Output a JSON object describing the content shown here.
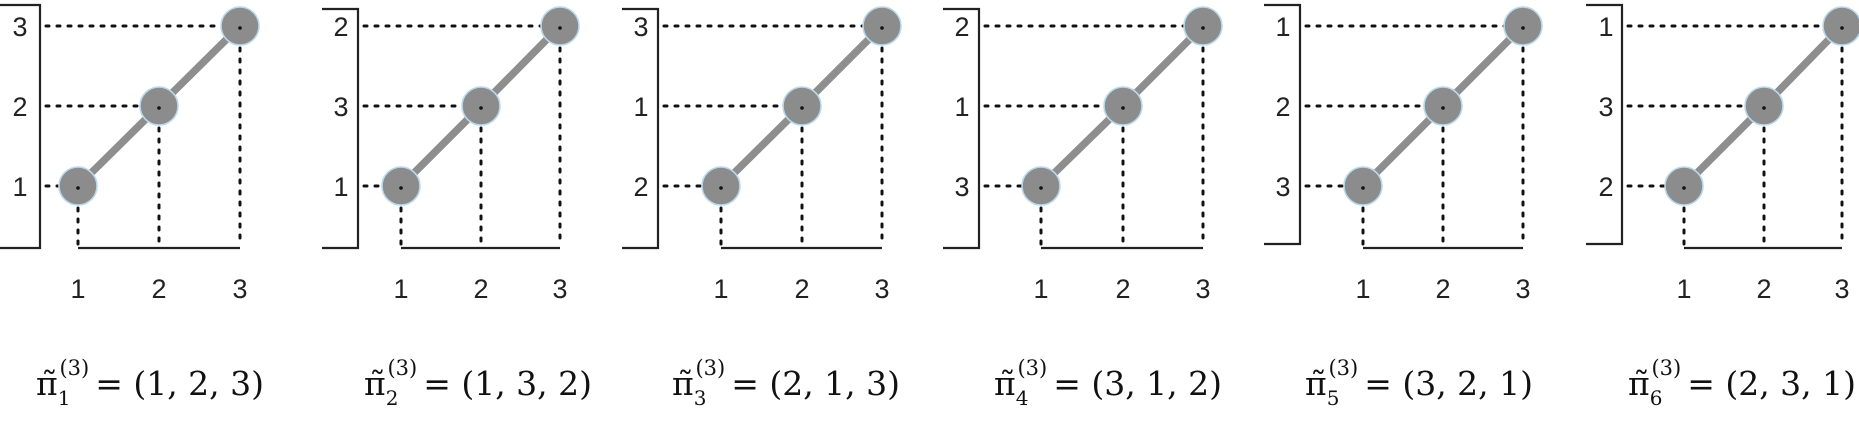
{
  "node_color": "#8c8c8c",
  "line_color": "#8e8e8e",
  "node_outline_color": "#b9d9ee",
  "panels": [
    {
      "y_labels": [
        "3",
        "2",
        "1"
      ],
      "x_labels": [
        "1",
        "2",
        "3"
      ],
      "perm": [
        1,
        2,
        3
      ],
      "label": {
        "subscript": "1",
        "superscript": "(3)",
        "value": "= (1, 2, 3)"
      }
    },
    {
      "y_labels": [
        "2",
        "3",
        "1"
      ],
      "x_labels": [
        "1",
        "2",
        "3"
      ],
      "perm": [
        1,
        3,
        2
      ],
      "label": {
        "subscript": "2",
        "superscript": "(3)",
        "value": "= (1, 3, 2)"
      }
    },
    {
      "y_labels": [
        "3",
        "1",
        "2"
      ],
      "x_labels": [
        "1",
        "2",
        "3"
      ],
      "perm": [
        2,
        1,
        3
      ],
      "label": {
        "subscript": "3",
        "superscript": "(3)",
        "value": "= (2, 1, 3)"
      }
    },
    {
      "y_labels": [
        "2",
        "1",
        "3"
      ],
      "x_labels": [
        "1",
        "2",
        "3"
      ],
      "perm": [
        3,
        1,
        2
      ],
      "label": {
        "subscript": "4",
        "superscript": "(3)",
        "value": "= (3, 1, 2)"
      }
    },
    {
      "y_labels": [
        "1",
        "2",
        "3"
      ],
      "x_labels": [
        "1",
        "2",
        "3"
      ],
      "perm": [
        3,
        2,
        1
      ],
      "label": {
        "subscript": "5",
        "superscript": "(3)",
        "value": "= (3, 2, 1)"
      }
    },
    {
      "y_labels": [
        "1",
        "3",
        "2"
      ],
      "x_labels": [
        "1",
        "2",
        "3"
      ],
      "perm": [
        2,
        3,
        1
      ],
      "label": {
        "subscript": "6",
        "superscript": "(3)",
        "value": "= (2, 3, 1)"
      }
    }
  ]
}
